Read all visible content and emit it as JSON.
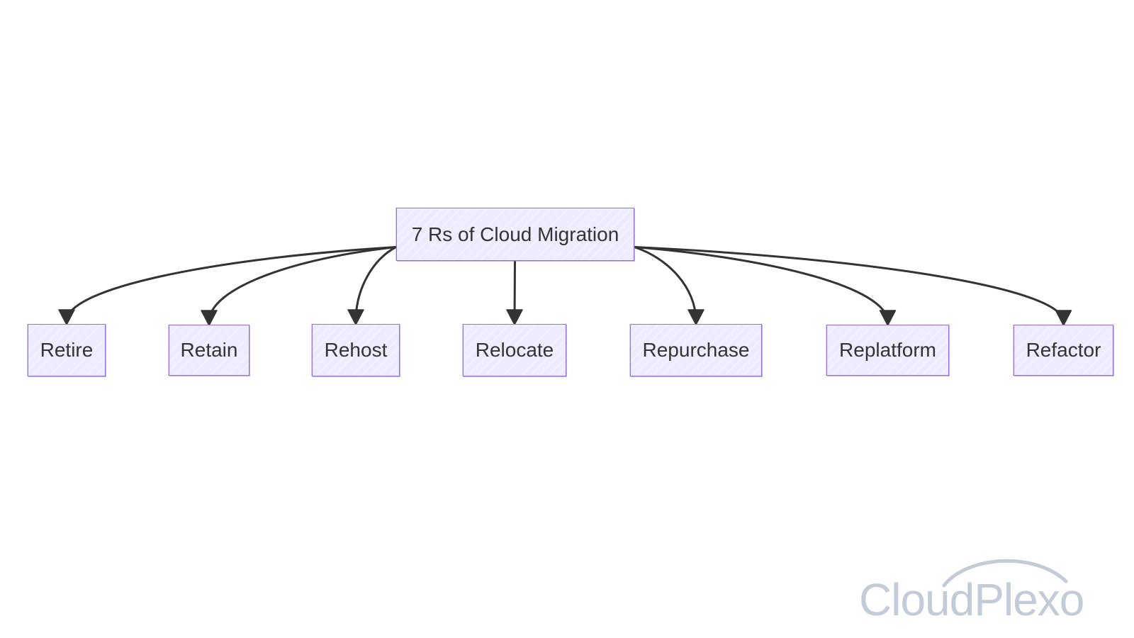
{
  "diagram": {
    "type": "flowchart",
    "root": {
      "id": "root",
      "label": "7 Rs of Cloud Migration"
    },
    "children": [
      {
        "id": "retire",
        "label": "Retire"
      },
      {
        "id": "retain",
        "label": "Retain"
      },
      {
        "id": "rehost",
        "label": "Rehost"
      },
      {
        "id": "relocate",
        "label": "Relocate"
      },
      {
        "id": "repurchase",
        "label": "Repurchase"
      },
      {
        "id": "replatform",
        "label": "Replatform"
      },
      {
        "id": "refactor",
        "label": "Refactor"
      }
    ],
    "edges": [
      {
        "from": "root",
        "to": "retire"
      },
      {
        "from": "root",
        "to": "retain"
      },
      {
        "from": "root",
        "to": "rehost"
      },
      {
        "from": "root",
        "to": "relocate"
      },
      {
        "from": "root",
        "to": "repurchase"
      },
      {
        "from": "root",
        "to": "replatform"
      },
      {
        "from": "root",
        "to": "refactor"
      }
    ]
  },
  "colors": {
    "node_fill": "#ececfe",
    "node_border": "#9370db",
    "edge": "#333333",
    "text": "#333333",
    "watermark": "#c4cbd8"
  },
  "watermark": {
    "text": "CloudPlexo",
    "icon": "cloud-arc-icon"
  }
}
